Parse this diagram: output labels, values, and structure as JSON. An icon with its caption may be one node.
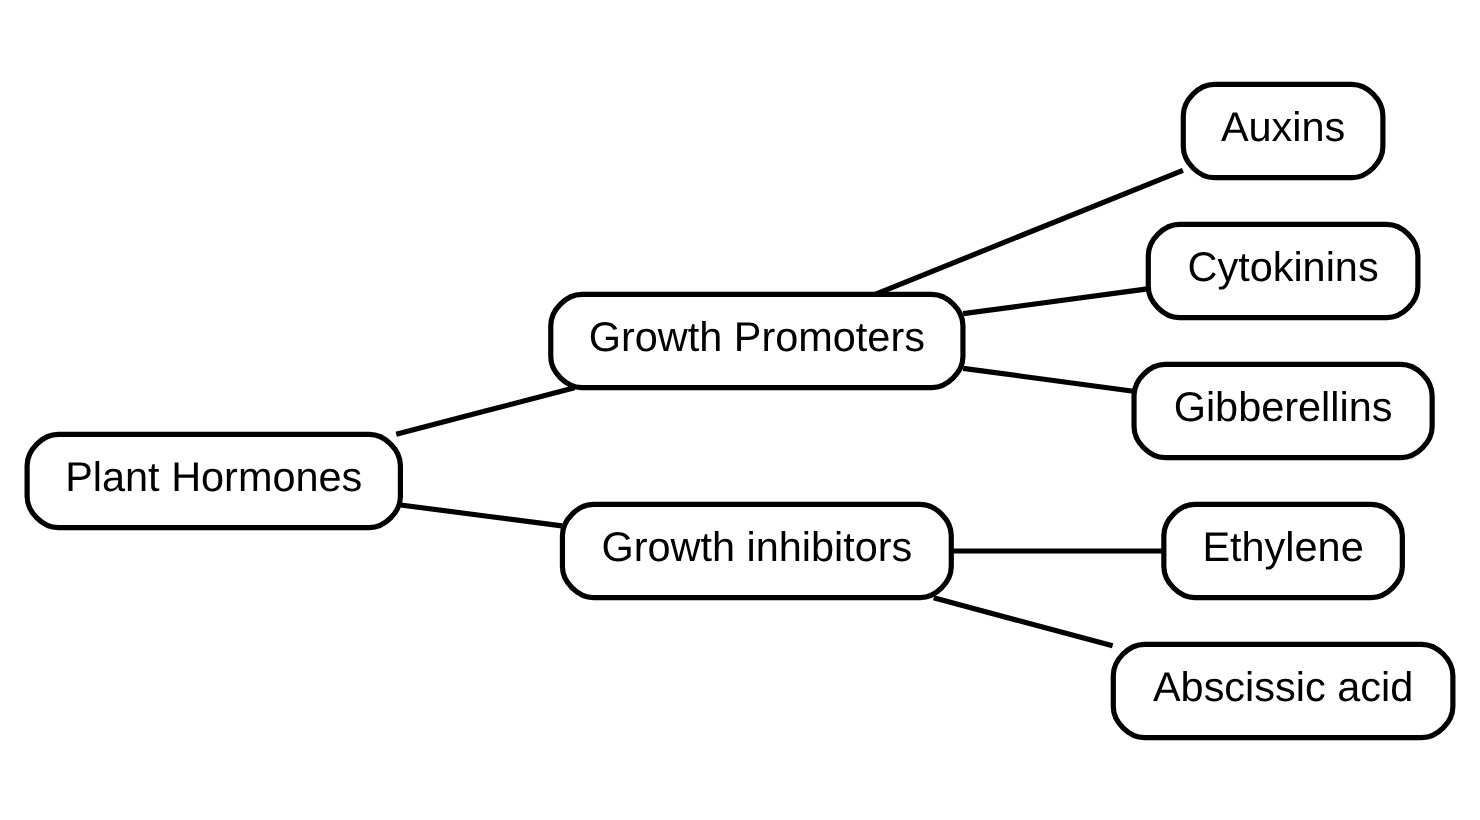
{
  "diagram": {
    "nodes": [
      {
        "text": [
          "Plant Hormones"
        ]
      },
      {
        "text": [
          "Growth Promoters"
        ]
      },
      {
        "text": [
          "Growth inhibitors"
        ]
      },
      {
        "text": [
          "Auxins"
        ]
      },
      {
        "text": [
          "Cytokinins"
        ]
      },
      {
        "text": [
          "Gibberellins"
        ]
      },
      {
        "text": [
          "Ethylene"
        ]
      },
      {
        "text": [
          "Abscissic acid"
        ]
      }
    ],
    "edges": [
      {
        "from": 0,
        "to": 1,
        "arrow": "none"
      },
      {
        "from": 0,
        "to": 2,
        "arrow": "none"
      },
      {
        "from": 1,
        "to": 3,
        "arrow": "none"
      },
      {
        "from": 1,
        "to": 4,
        "arrow": "none"
      },
      {
        "from": 1,
        "to": 5,
        "arrow": "none"
      },
      {
        "from": 2,
        "to": 6,
        "arrow": "none"
      },
      {
        "from": 2,
        "to": 7,
        "arrow": "none"
      }
    ]
  }
}
